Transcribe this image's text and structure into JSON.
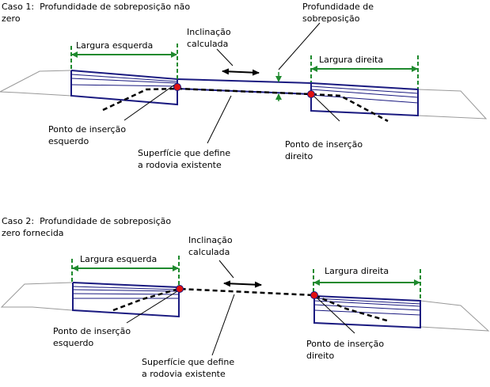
{
  "colors": {
    "road": "#1a1a80",
    "width_dim": "#1f8a2e",
    "insertion_point": "#e01010",
    "existing_surface": "#000000",
    "ground": "#999999"
  },
  "case1": {
    "title_line1": "Caso 1:  Profundidade de sobreposição não",
    "title_line2": "zero",
    "left_width": "Largura esquerda",
    "right_width": "Largura direita",
    "slope_line1": "Inclinação",
    "slope_line2": "calculada",
    "overlay_depth_line1": "Profundidade de",
    "overlay_depth_line2": "sobreposição",
    "left_insertion_line1": "Ponto de inserção",
    "left_insertion_line2": "esquerdo",
    "right_insertion_line1": "Ponto de inserção",
    "right_insertion_line2": "direito",
    "surface_line1": "Superfície que define",
    "surface_line2": "a rodovia existente"
  },
  "case2": {
    "title_line1": "Caso 2:  Profundidade de sobreposição",
    "title_line2": "zero fornecida",
    "left_width": "Largura esquerda",
    "right_width": "Largura direita",
    "slope_line1": "Inclinação",
    "slope_line2": "calculada",
    "left_insertion_line1": "Ponto de inserção",
    "left_insertion_line2": "esquerdo",
    "right_insertion_line1": "Ponto de inserção",
    "right_insertion_line2": "direito",
    "surface_line1": "Superfície que define",
    "surface_line2": "a rodovia existente"
  }
}
